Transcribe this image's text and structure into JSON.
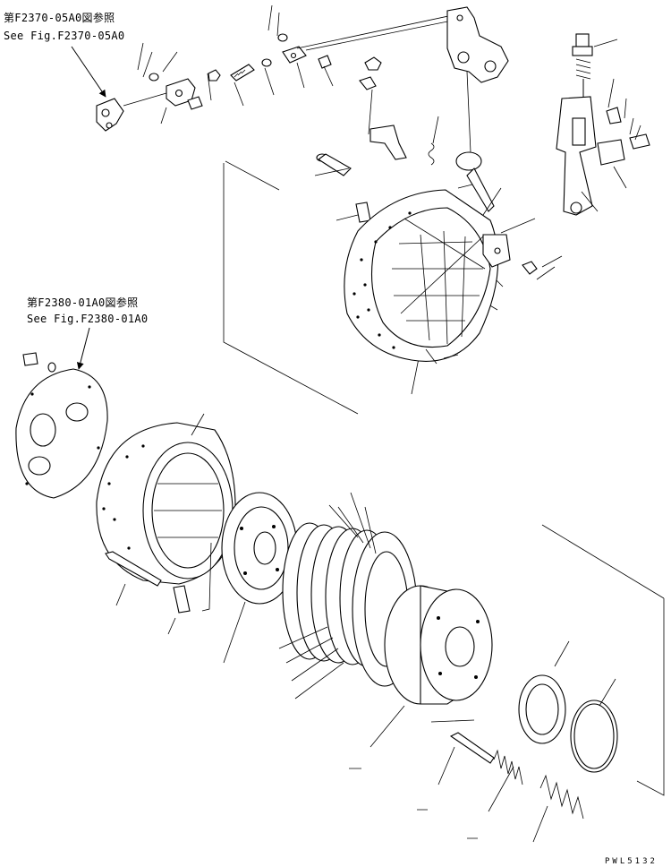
{
  "references": {
    "top": {
      "jp": "第F2370-05A0図参照",
      "en": "See Fig.F2370-05A0"
    },
    "middle": {
      "jp": "第F2380-01A0図参照",
      "en": "See Fig.F2380-01A0"
    }
  },
  "drawing_code": "PWL5132",
  "colors": {
    "ink": "#000000",
    "paper": "#ffffff"
  }
}
